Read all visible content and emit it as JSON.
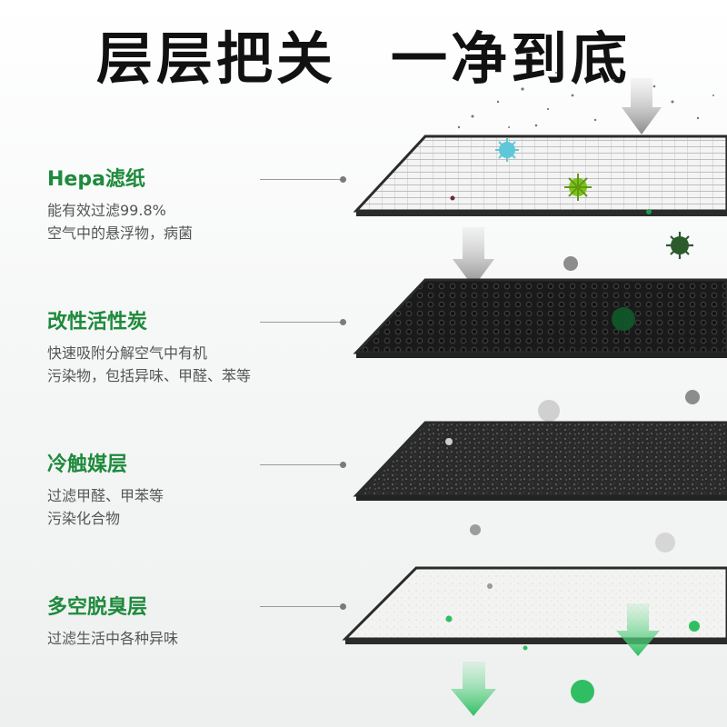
{
  "headline": {
    "part1": "层层把关",
    "part2": "一净到底"
  },
  "layers": [
    {
      "name": "Hepa滤纸",
      "desc_line1": "能有效过滤99.8%",
      "desc_line2": "空气中的悬浮物，病菌"
    },
    {
      "name": "改性活性炭",
      "desc_line1": "快速吸附分解空气中有机",
      "desc_line2": "污染物，包括异味、甲醛、苯等"
    },
    {
      "name": "冷触媒层",
      "desc_line1": "过滤甲醛、甲苯等",
      "desc_line2": "污染化合物"
    },
    {
      "name": "多空脱臭层",
      "desc_line1": "过滤生活中各种异味"
    }
  ],
  "colors": {
    "accent_green": "#1e8a3c",
    "arrow_gray": "#8f8f8f",
    "arrow_green": "#3cc36a",
    "frame_dark": "#2b2b2b"
  },
  "icons": [
    "virus-icon",
    "down-arrow-icon",
    "particle-dot"
  ]
}
